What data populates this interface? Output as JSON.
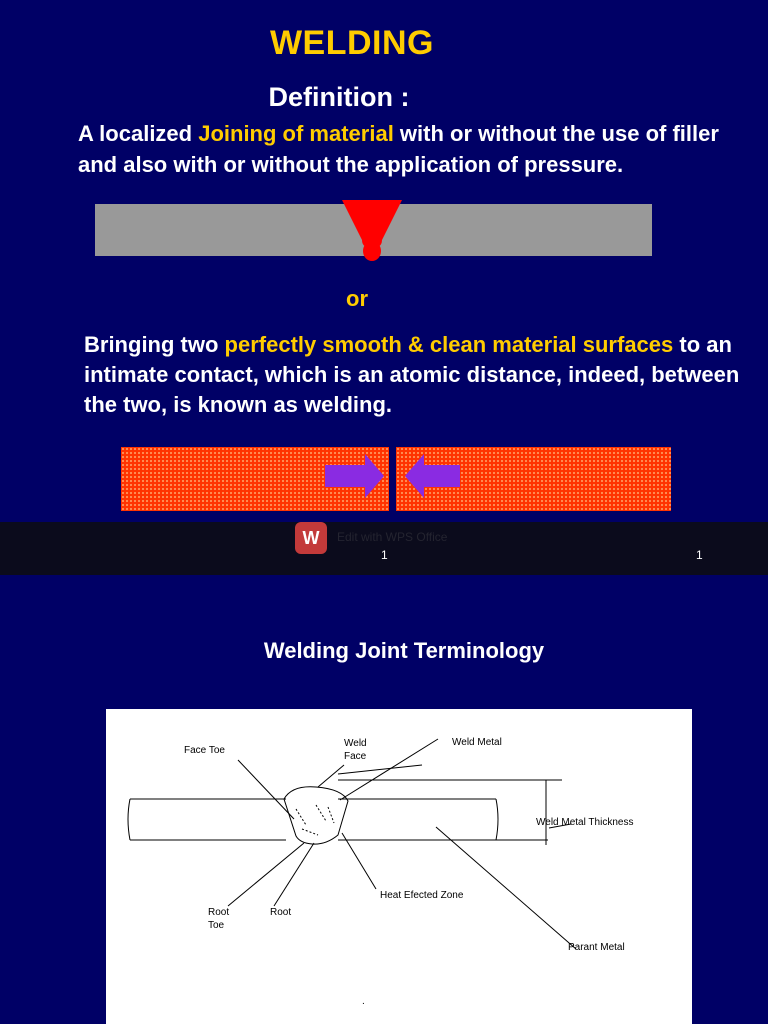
{
  "slide1": {
    "title": "WELDING",
    "definition_label": "Definition :",
    "definition": {
      "part1": "A localized ",
      "highlight": "Joining of material",
      "part2": " with or without the use of filler and also with or without the application of pressure."
    },
    "or_label": "or",
    "bringing": {
      "part1": "Bringing two ",
      "highlight": "perfectly smooth & clean material surfaces",
      "part2": " to an intimate contact, which is an atomic distance, indeed, between the two, is known as welding."
    },
    "page_number": "1"
  },
  "watermark": {
    "icon_letter": "W",
    "text": "Edit with WPS Office",
    "page_number": "1"
  },
  "slide2": {
    "title": "Welding Joint Terminology",
    "labels": {
      "face_toe": "Face Toe",
      "weld_face_1": "Weld",
      "weld_face_2": "Face",
      "weld_metal": "Weld Metal",
      "weld_metal_thickness": "Weld Metal Thickness",
      "root_toe_1": "Root",
      "root_toe_2": "Toe",
      "root": "Root",
      "heat_effected_zone": "Heat Efected Zone",
      "parant_metal": "Parant Metal",
      "dot": "."
    }
  },
  "colors": {
    "background": "#000066",
    "highlight": "#ffcc00",
    "plate_grey": "#999999",
    "weld_red": "#ff0000",
    "bar_orange": "#ff3300",
    "arrow_purple": "#8a2be2"
  }
}
